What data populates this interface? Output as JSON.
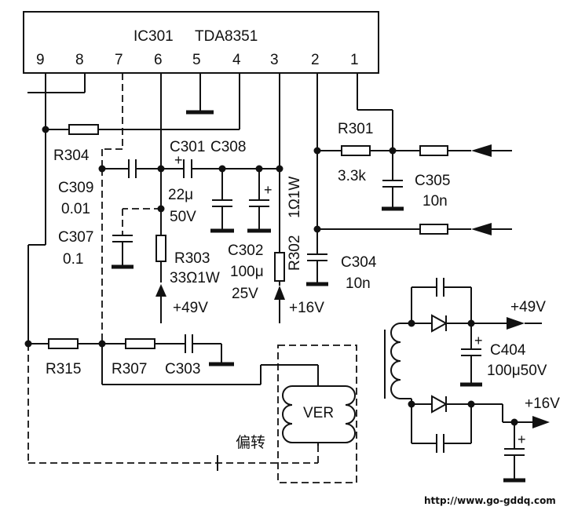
{
  "ic": {
    "ref": "IC301",
    "part": "TDA8351",
    "pins": [
      "9",
      "8",
      "7",
      "6",
      "5",
      "4",
      "3",
      "2",
      "1"
    ]
  },
  "labels": {
    "r301": "R301",
    "r301_val": "3.3k",
    "c305": "C305",
    "c305_val": "10n",
    "r304": "R304",
    "c301": "C301",
    "c308": "C308",
    "c309": "C309",
    "c309_val": "0.01",
    "c307": "C307",
    "c307_val": "0.1",
    "c308_val1": "22μ",
    "c308_val2": "50V",
    "r303": "R303",
    "r303_val": "33Ω1W",
    "c302": "C302",
    "c302_val1": "100μ",
    "c302_val2": "25V",
    "r302": "R302",
    "r302_val": "1Ω1W",
    "c304": "C304",
    "c304_val": "10n",
    "v49_in": "+49V",
    "v16_in": "+16V",
    "r315": "R315",
    "r307": "R307",
    "c303": "C303",
    "ver": "VER",
    "yoke": "偏转",
    "v49_out": "+49V",
    "c404": "C404",
    "c404_val": "100μ50V",
    "v16_out": "+16V",
    "plus1": "+",
    "plus2": "+",
    "plus3": "+",
    "plus4": "+"
  },
  "watermark": "http://www.go-gddq.com"
}
